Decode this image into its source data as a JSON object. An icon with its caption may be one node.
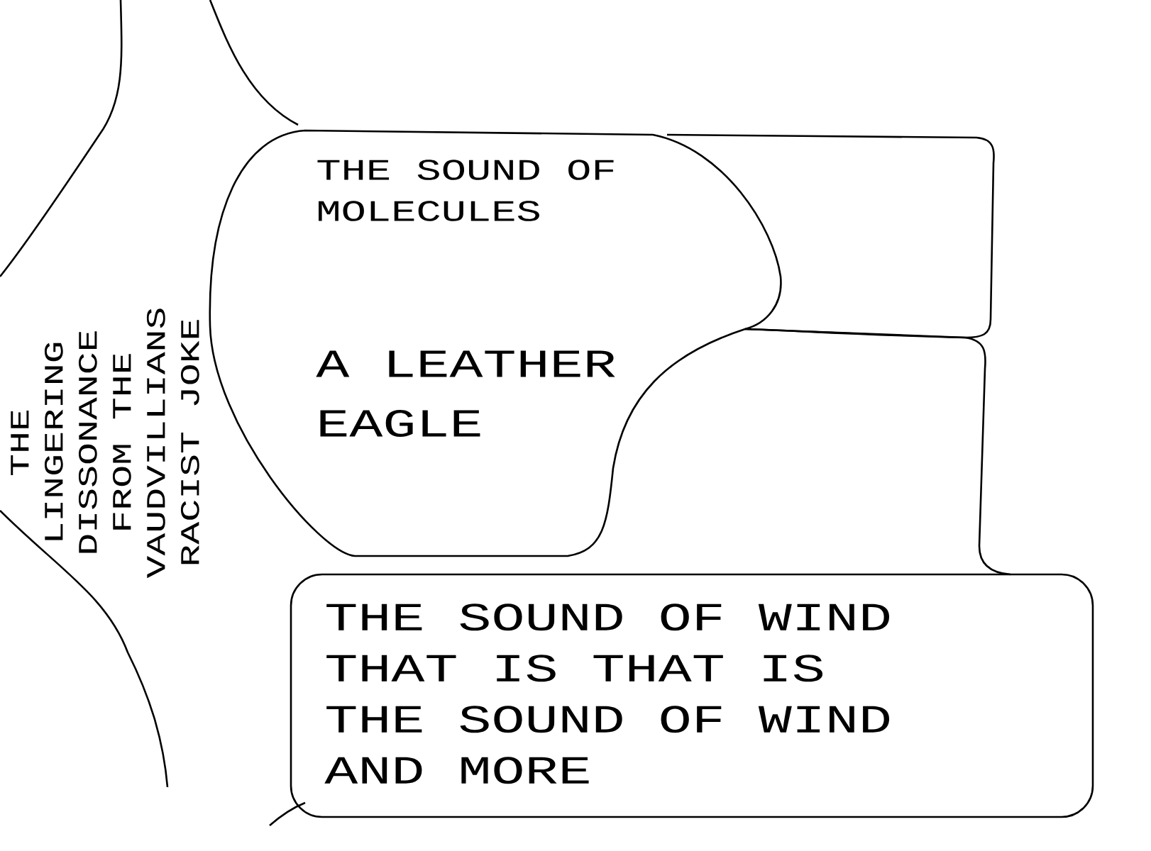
{
  "diagram": {
    "nodes": [
      {
        "text": [
          "THE LINGERING DISSONANCE FROM THE VAUDVILLIANS RACIST JOKE"
        ]
      },
      {
        "text": [
          "THE SOUND OF MOLECULES",
          "A LEATHER EAGLE"
        ]
      },
      {
        "text": [],
        "shape": "box"
      },
      {
        "text": [],
        "shape": "box"
      },
      {
        "text": [
          "THE SOUND OF WIND THAT IS THAT IS THE SOUND OF WIND AND MORE"
        ]
      }
    ]
  }
}
